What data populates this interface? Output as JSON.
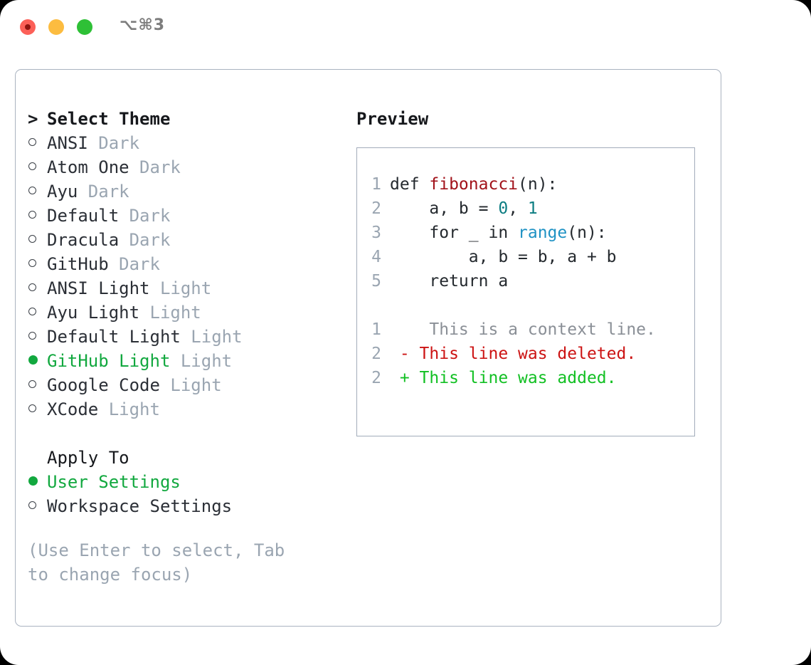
{
  "titlebar": {
    "shortcut": "⌥⌘3",
    "buttons": [
      {
        "name": "close",
        "color": "#fc6058"
      },
      {
        "name": "minimize",
        "color": "#fcbc40"
      },
      {
        "name": "maximize",
        "color": "#2ec036"
      }
    ]
  },
  "theme_picker": {
    "heading_marker": ">",
    "heading": "Select Theme",
    "items": [
      {
        "marker": "o",
        "label": "ANSI",
        "tag": "Dark",
        "selected": false
      },
      {
        "marker": "o",
        "label": "Atom One",
        "tag": "Dark",
        "selected": false
      },
      {
        "marker": "o",
        "label": "Ayu",
        "tag": "Dark",
        "selected": false
      },
      {
        "marker": "o",
        "label": "Default",
        "tag": "Dark",
        "selected": false
      },
      {
        "marker": "o",
        "label": "Dracula",
        "tag": "Dark",
        "selected": false
      },
      {
        "marker": "o",
        "label": "GitHub",
        "tag": "Dark",
        "selected": false
      },
      {
        "marker": "o",
        "label": "ANSI Light",
        "tag": "Light",
        "selected": false
      },
      {
        "marker": "o",
        "label": "Ayu Light",
        "tag": "Light",
        "selected": false
      },
      {
        "marker": "o",
        "label": "Default Light",
        "tag": "Light",
        "selected": false
      },
      {
        "marker": "●",
        "label": "GitHub Light",
        "tag": "Light",
        "selected": true
      },
      {
        "marker": "o",
        "label": "Google Code",
        "tag": "Light",
        "selected": false
      },
      {
        "marker": "o",
        "label": "XCode",
        "tag": "Light",
        "selected": false
      }
    ]
  },
  "apply_to": {
    "heading": "Apply To",
    "items": [
      {
        "marker": "●",
        "label": "User Settings",
        "selected": true
      },
      {
        "marker": "o",
        "label": "Workspace Settings",
        "selected": false
      }
    ]
  },
  "hint": "(Use Enter to select, Tab to change focus)",
  "preview": {
    "title": "Preview",
    "code_lines": [
      {
        "num": "1",
        "tokens": [
          {
            "t": "def ",
            "c": "kw"
          },
          {
            "t": "fibonacci",
            "c": "fn"
          },
          {
            "t": "(n):",
            "c": "punc"
          }
        ]
      },
      {
        "num": "2",
        "tokens": [
          {
            "t": "    a, b = ",
            "c": "kw"
          },
          {
            "t": "0",
            "c": "num"
          },
          {
            "t": ", ",
            "c": "punc"
          },
          {
            "t": "1",
            "c": "num"
          }
        ]
      },
      {
        "num": "3",
        "tokens": [
          {
            "t": "    for _ in ",
            "c": "kw"
          },
          {
            "t": "range",
            "c": "bif"
          },
          {
            "t": "(n):",
            "c": "punc"
          }
        ]
      },
      {
        "num": "4",
        "tokens": [
          {
            "t": "        a, b = b, a + b",
            "c": "kw"
          }
        ]
      },
      {
        "num": "5",
        "tokens": [
          {
            "t": "    return a",
            "c": "kw"
          }
        ]
      }
    ],
    "diff_lines": [
      {
        "num": "1",
        "sign": " ",
        "text": "  This is a context line.",
        "kind": "d-ctx"
      },
      {
        "num": "2",
        "sign": "-",
        "text": " This line was deleted.",
        "kind": "d-del"
      },
      {
        "num": "2",
        "sign": "+",
        "text": " This line was added.",
        "kind": "d-add"
      }
    ]
  },
  "colors": {
    "accent_green": "#12a83f",
    "muted": "#9aa5b1",
    "panel_border": "#aab3c0",
    "preview_border": "#a2acba",
    "code_function": "#a1121a",
    "code_number": "#0c7d82",
    "code_builtin": "#1f92c4",
    "diff_added": "#12c023",
    "diff_deleted": "#cc1313"
  }
}
